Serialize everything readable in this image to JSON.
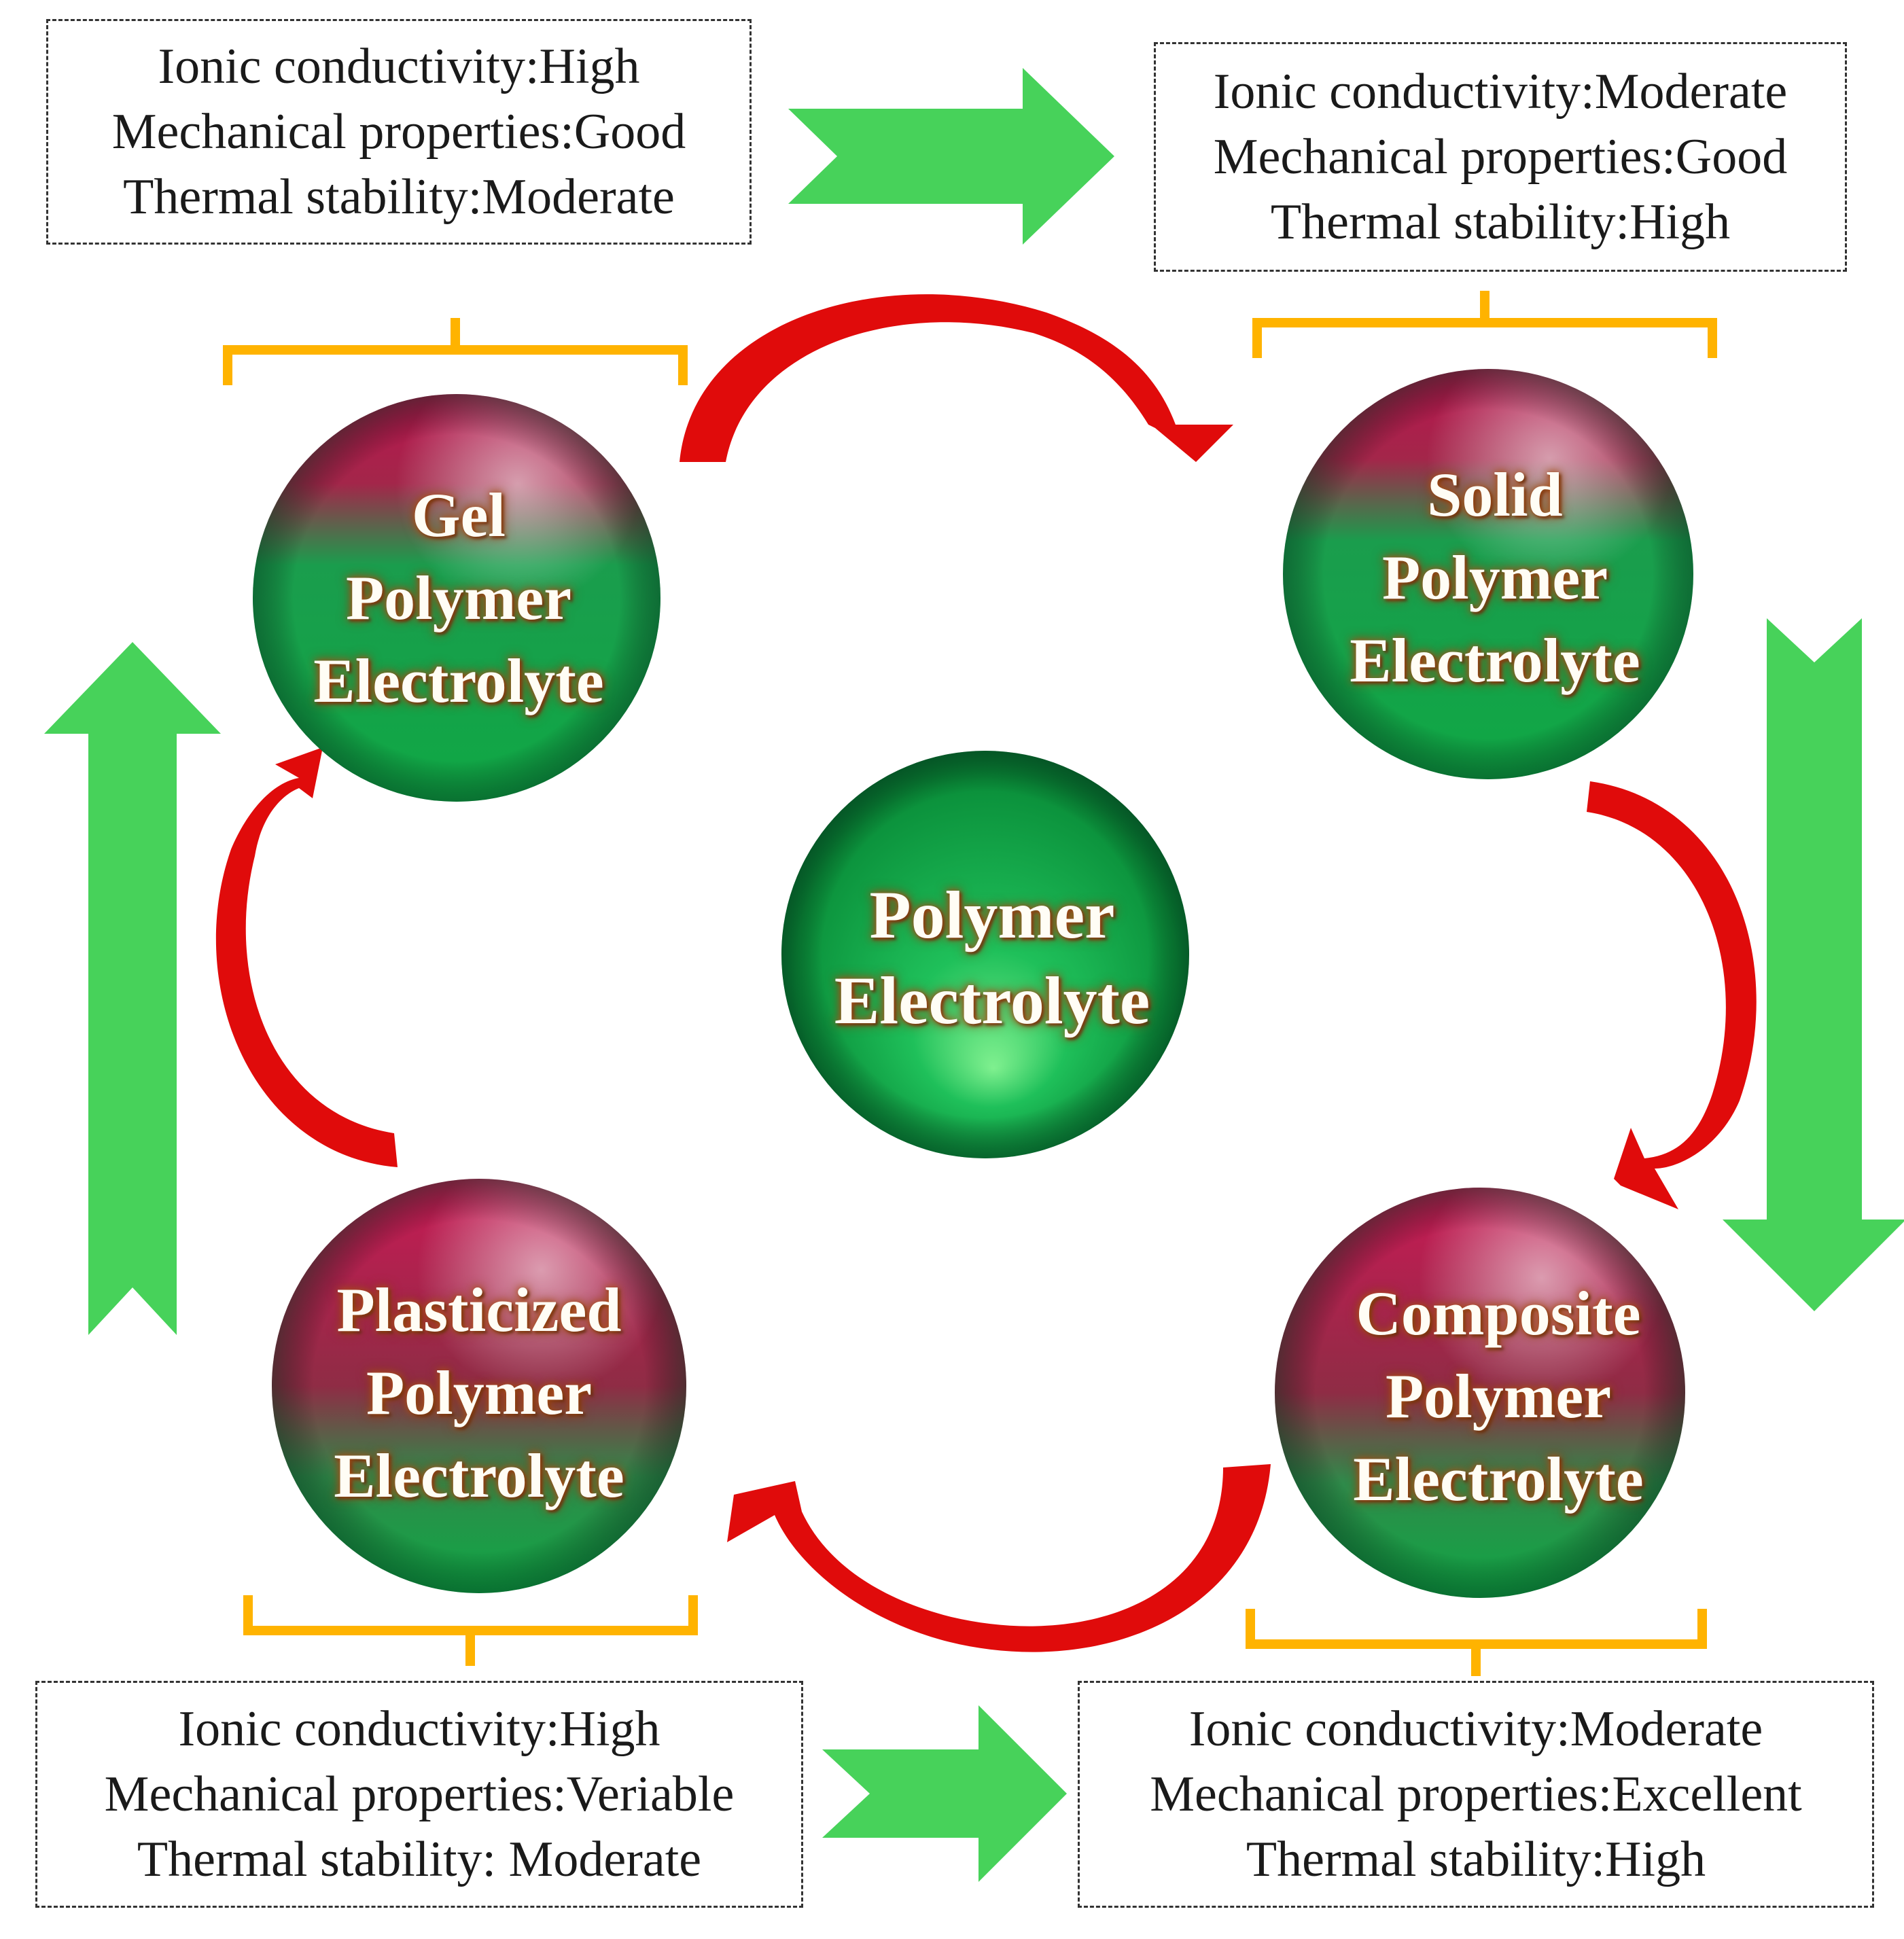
{
  "center": {
    "line1": "Polymer",
    "line2": "Electrolyte"
  },
  "nodes": {
    "gel": {
      "line1": "Gel",
      "line2": "Polymer",
      "line3": "Electrolyte"
    },
    "solid": {
      "line1": "Solid",
      "line2": "Polymer",
      "line3": "Electrolyte"
    },
    "plasticized": {
      "line1": "Plasticized",
      "line2": "Polymer",
      "line3": "Electrolyte"
    },
    "composite": {
      "line1": "Composite",
      "line2": "Polymer",
      "line3": "Electrolyte"
    }
  },
  "properties": {
    "gel": {
      "ionic": "Ionic conductivity:High",
      "mechanical": "Mechanical properties:Good",
      "thermal": "Thermal stability:Moderate"
    },
    "solid": {
      "ionic": "Ionic conductivity:Moderate",
      "mechanical": "Mechanical properties:Good",
      "thermal": "Thermal stability:High"
    },
    "plasticized": {
      "ionic": "Ionic conductivity:High",
      "mechanical": "Mechanical properties:Veriable",
      "thermal": "Thermal stability: Moderate"
    },
    "composite": {
      "ionic": "Ionic conductivity:Moderate",
      "mechanical": "Mechanical properties:Excellent",
      "thermal": "Thermal stability:High"
    }
  },
  "colors": {
    "green_arrow": "#47d25a",
    "red_arrow": "#e00b0b",
    "bracket": "#ffb300",
    "sphere_green": "#0fa845",
    "sphere_magenta": "#b8154e",
    "box_border": "#333333"
  }
}
